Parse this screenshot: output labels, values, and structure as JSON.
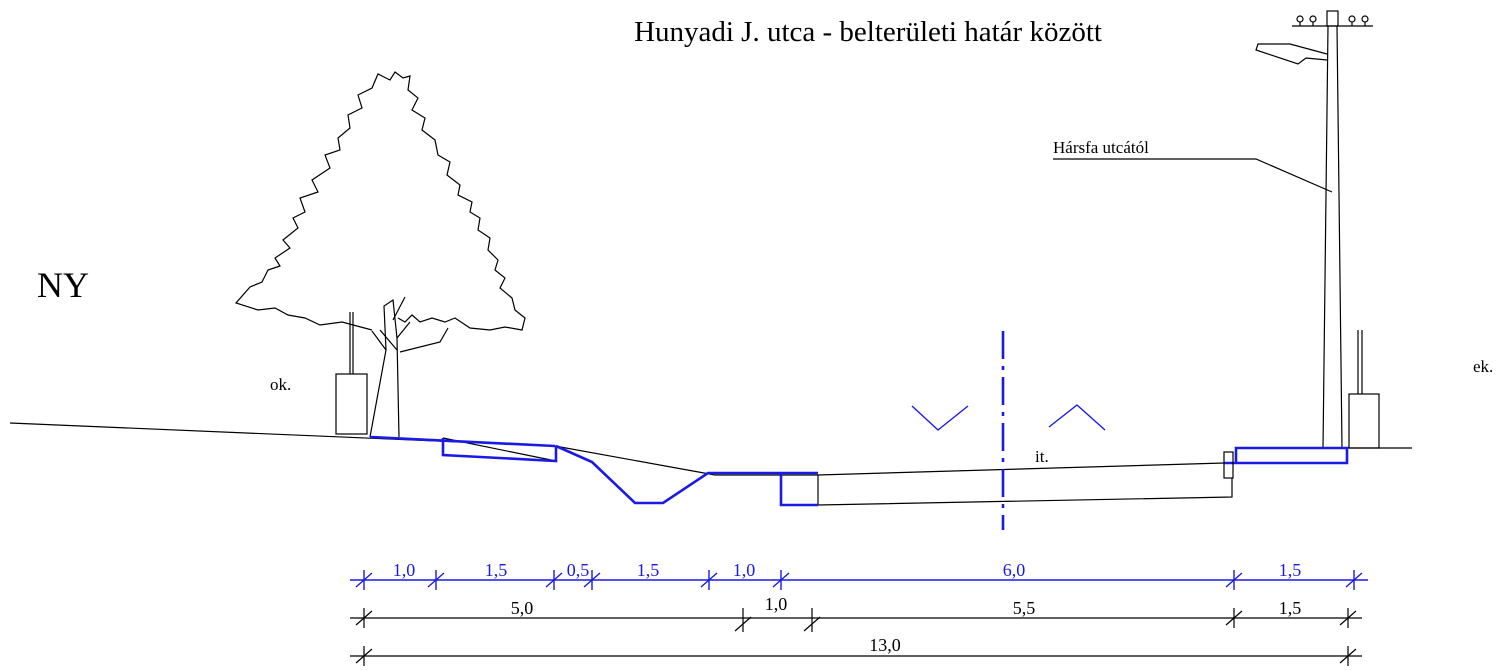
{
  "drawing": {
    "title": "Hunyadi J. utca - belterületi határ között",
    "west_label": "NY",
    "east_label": "ek.",
    "left_edge_label": "ok.",
    "road_label": "it.",
    "pole_label": "Hársfa utcától"
  },
  "dimensions": {
    "design_row": [
      "1,0",
      "1,5",
      "0,5",
      "1,5",
      "1,0",
      "6,0",
      "1,5"
    ],
    "existing_row": [
      "5,0",
      "1,0",
      "5,5",
      "1,5"
    ],
    "total": "13,0"
  },
  "colors": {
    "existing": "#000000",
    "planned": "#1a1ae6"
  }
}
